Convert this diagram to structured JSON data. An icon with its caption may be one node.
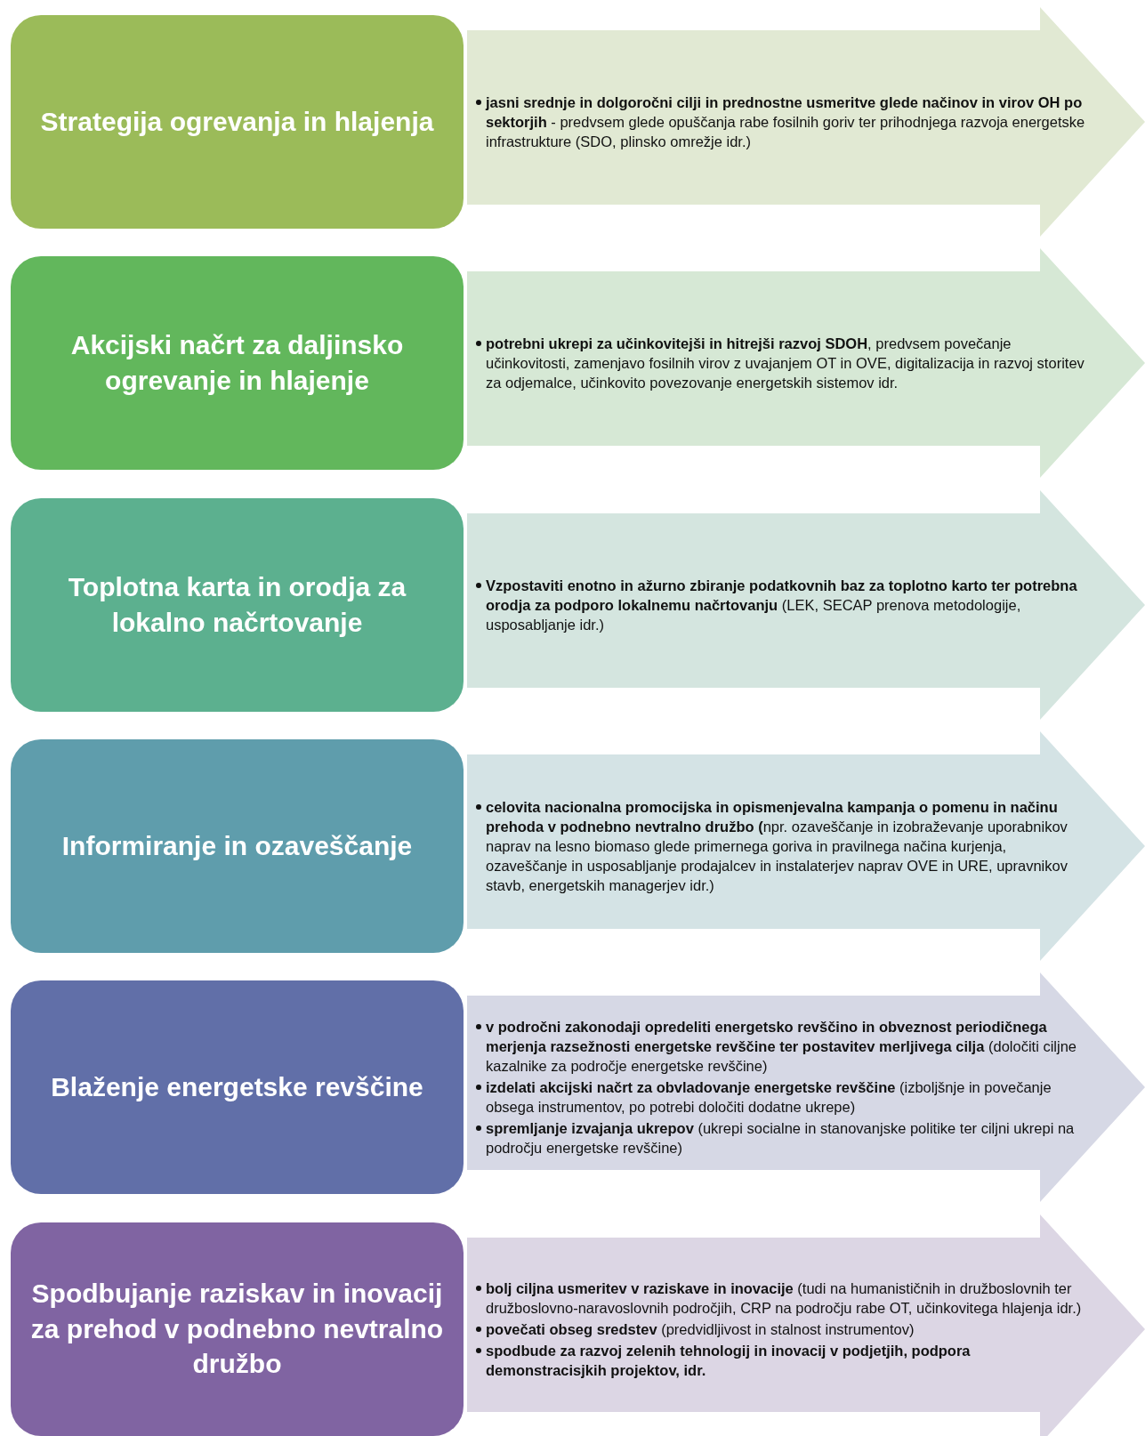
{
  "diagram": {
    "nodes": [
      {
        "text": [
          "Strategija ogrevanja in hlajenja"
        ]
      },
      {
        "text": [
          "**jasni srednje in dolgoročni cilji in prednostne usmeritve glede načinov in virov OH po sektorjih** - predvsem glede opuščanja rabe fosilnih goriv ter prihodnjega razvoja energetske infrastrukture (SDO, plinsko omrežje idr.)"
        ]
      },
      {
        "text": [
          "Akcijski načrt za daljinsko ogrevanje in hlajenje"
        ]
      },
      {
        "text": [
          "**potrebni ukrepi za učinkovitejši in hitrejši razvoj SDOH**, predvsem povečanje učinkovitosti, zamenjavo fosilnih virov z uvajanjem OT in OVE, digitalizacija in razvoj storitev za odjemalce, učinkovito povezovanje energetskih sistemov idr."
        ]
      },
      {
        "text": [
          "Toplotna karta in orodja za lokalno načrtovanje"
        ]
      },
      {
        "text": [
          "**Vzpostaviti enotno in ažurno zbiranje podatkovnih baz za toplotno karto ter potrebna orodja za podporo lokalnemu načrtovanju** (LEK, SECAP prenova metodologije, usposabljanje idr.)"
        ]
      },
      {
        "text": [
          "Informiranje in ozaveščanje"
        ]
      },
      {
        "text": [
          "**celovita nacionalna promocijska in opismenjevalna kampanja o pomenu in načinu prehoda v podnebno nevtralno družbo (**npr. ozaveščanje in izobraževanje uporabnikov naprav na lesno biomaso glede primernega goriva in pravilnega načina kurjenja, ozaveščanje in usposabljanje prodajalcev in instalaterjev naprav OVE in URE, upravnikov stavb, energetskih managerjev idr.)"
        ]
      },
      {
        "text": [
          "Blaženje energetske revščine"
        ]
      },
      {
        "text": [
          "**v področni zakonodaji opredeliti energetsko revščino in obveznost periodičnega merjenja razsežnosti energetske revščine ter postavitev merljivega cilja** (določiti ciljne kazalnike za področje energetske revščine)",
          "**izdelati akcijski načrt za obvladovanje energetske revščine** (izboljšnje in povečanje obsega instrumentov, po potrebi določiti dodatne ukrepe)",
          "**spremljanje izvajanja ukrepov** (ukrepi socialne in stanovanjske politike ter ciljni ukrepi na področju energetske revščine)"
        ]
      },
      {
        "text": [
          "Spodbujanje raziskav in inovacij za prehod v podnebno nevtralno družbo"
        ]
      },
      {
        "text": [
          "**bolj ciljna usmeritev v raziskave in inovacije** (tudi na humanističnih in družboslovnih ter družboslovno-naravoslovnih področjih, CRP na področju rabe OT, učinkovitega hlajenja idr.)",
          "**povečati obseg sredstev** (predvidljivost in stalnost instrumentov)",
          "**spodbude za razvoj zelenih tehnologij in inovacij v podjetjih, podpora demonstracisjkih projektov, idr.**"
        ]
      }
    ]
  }
}
